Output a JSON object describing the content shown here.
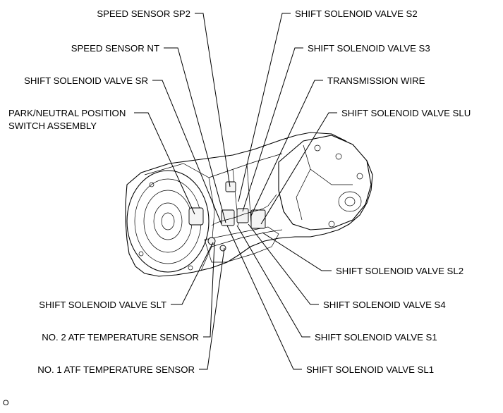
{
  "diagram": {
    "labels": {
      "speed_sensor_sp2": "SPEED SENSOR SP2",
      "speed_sensor_nt": "SPEED SENSOR NT",
      "shift_solenoid_sr": "SHIFT SOLENOID VALVE SR",
      "park_neutral_line1": "PARK/NEUTRAL POSITION",
      "park_neutral_line2": "SWITCH ASSEMBLY",
      "shift_solenoid_slt": "SHIFT SOLENOID VALVE SLT",
      "no2_atf_sensor": "NO. 2 ATF TEMPERATURE SENSOR",
      "no1_atf_sensor": "NO. 1 ATF TEMPERATURE SENSOR",
      "shift_solenoid_s2": "SHIFT SOLENOID VALVE S2",
      "shift_solenoid_s3": "SHIFT SOLENOID VALVE S3",
      "transmission_wire": "TRANSMISSION WIRE",
      "shift_solenoid_slu": "SHIFT SOLENOID VALVE SLU",
      "shift_solenoid_sl2": "SHIFT SOLENOID VALVE SL2",
      "shift_solenoid_s4": "SHIFT SOLENOID VALVE S4",
      "shift_solenoid_s1": "SHIFT SOLENOID VALVE S1",
      "shift_solenoid_sl1": "SHIFT SOLENOID VALVE SL1"
    },
    "figure_code": "O"
  }
}
